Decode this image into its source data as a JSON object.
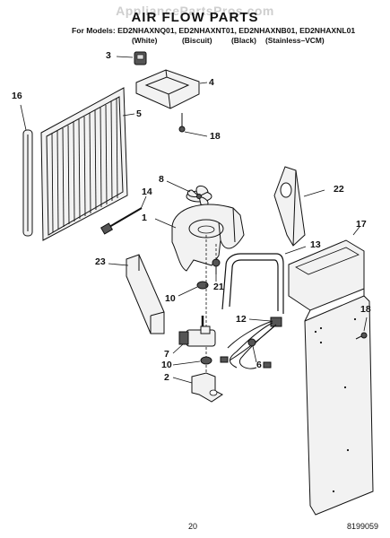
{
  "header": {
    "watermark": "AppliancePartsPros.com",
    "title": "AIR FLOW PARTS",
    "models_prefix": "For Models:",
    "models": [
      "ED2NHAXNQ01,",
      "ED2NHAXNT01,",
      "ED2NHAXNB01,",
      "ED2NHAXNL01"
    ],
    "variants": [
      "(White)",
      "(Biscuit)",
      "(Black)",
      "(Stainless–VCM)"
    ]
  },
  "callouts": [
    "3",
    "4",
    "16",
    "5",
    "18",
    "8",
    "14",
    "22",
    "1",
    "17",
    "13",
    "23",
    "21",
    "10",
    "12",
    "18",
    "7",
    "6",
    "10",
    "2"
  ],
  "footer": {
    "page_number": "20",
    "doc_code": "8199059"
  }
}
